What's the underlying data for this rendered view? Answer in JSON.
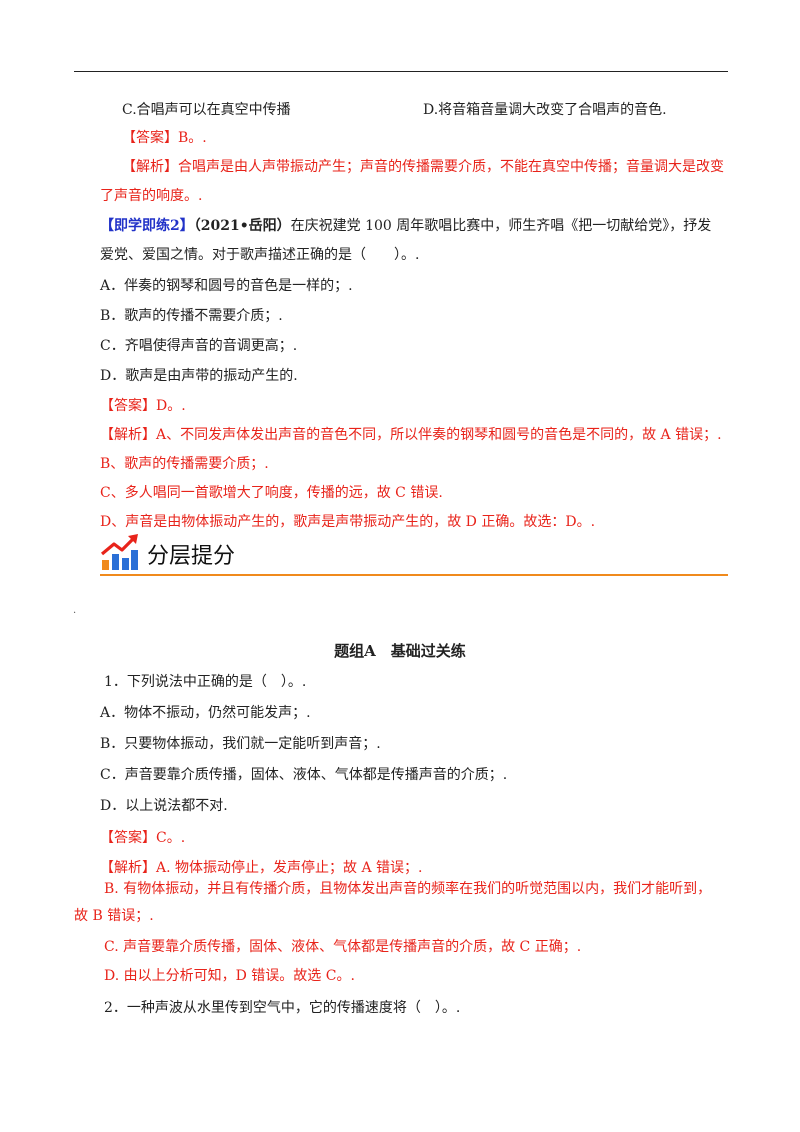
{
  "prev_options": {
    "c": "C.合唱声可以在真空中传播",
    "d": "D.将音箱音量调大改变了合唱声的音色."
  },
  "prev_answer": "【答案】B。.",
  "prev_analysis": {
    "line1": "【解析】合唱声是由人声带振动产生；声音的传播需要介质，不能在真空中传播；音量调大是改变",
    "line2": "了声音的响度。."
  },
  "practice2": {
    "tag": "【即学即练2】",
    "source": "（2021•岳阳）",
    "stem_line1": "在庆祝建党 100 周年歌唱比赛中，师生齐唱《把一切献给党》，抒发",
    "stem_line2": "爱党、爱国之情。对于歌声描述正确的是（　　）。.",
    "options": [
      "A．伴奏的钢琴和圆号的音色是一样的；.",
      "B．歌声的传播不需要介质；.",
      "C．齐唱使得声音的音调更高；.",
      "D．歌声是由声带的振动产生的."
    ],
    "answer": "【答案】D。.",
    "analysis": [
      "【解析】A、不同发声体发出声音的音色不同，所以伴奏的钢琴和圆号的音色是不同的，故 A 错误；.",
      "B、歌声的传播需要介质；.",
      "C、多人唱同一首歌增大了响度，传播的远，故 C 错误.",
      "D、声音是由物体振动产生的，歌声是声带振动产生的，故 D 正确。故选：D。."
    ]
  },
  "section": {
    "title": "分层提分",
    "dot": ".",
    "group_title": "题组A　基础过关练"
  },
  "q1": {
    "stem": "1．下列说法中正确的是（　）。.",
    "options": [
      "A．物体不振动，仍然可能发声；.",
      "B．只要物体振动，我们就一定能听到声音；.",
      "C．声音要靠介质传播，固体、液体、气体都是传播声音的介质；.",
      "D．以上说法都不对."
    ],
    "answer": "【答案】C。.",
    "analysis": [
      "【解析】A. 物体振动停止，发声停止；故 A 错误；.",
      "B. 有物体振动，并且有传播介质，且物体发出声音的频率在我们的听觉范围以内，我们才能听到，",
      "故 B 错误；.",
      "C. 声音要靠介质传播，固体、液体、气体都是传播声音的介质，故 C 正确；.",
      "D. 由以上分析可知，D 错误。故选 C。."
    ]
  },
  "q2": {
    "stem": "2．一种声波从水里传到空气中，它的传播速度将（　）。."
  },
  "colors": {
    "red": "#e8231a",
    "blue": "#2132c8",
    "orange": "#f08a1c"
  }
}
